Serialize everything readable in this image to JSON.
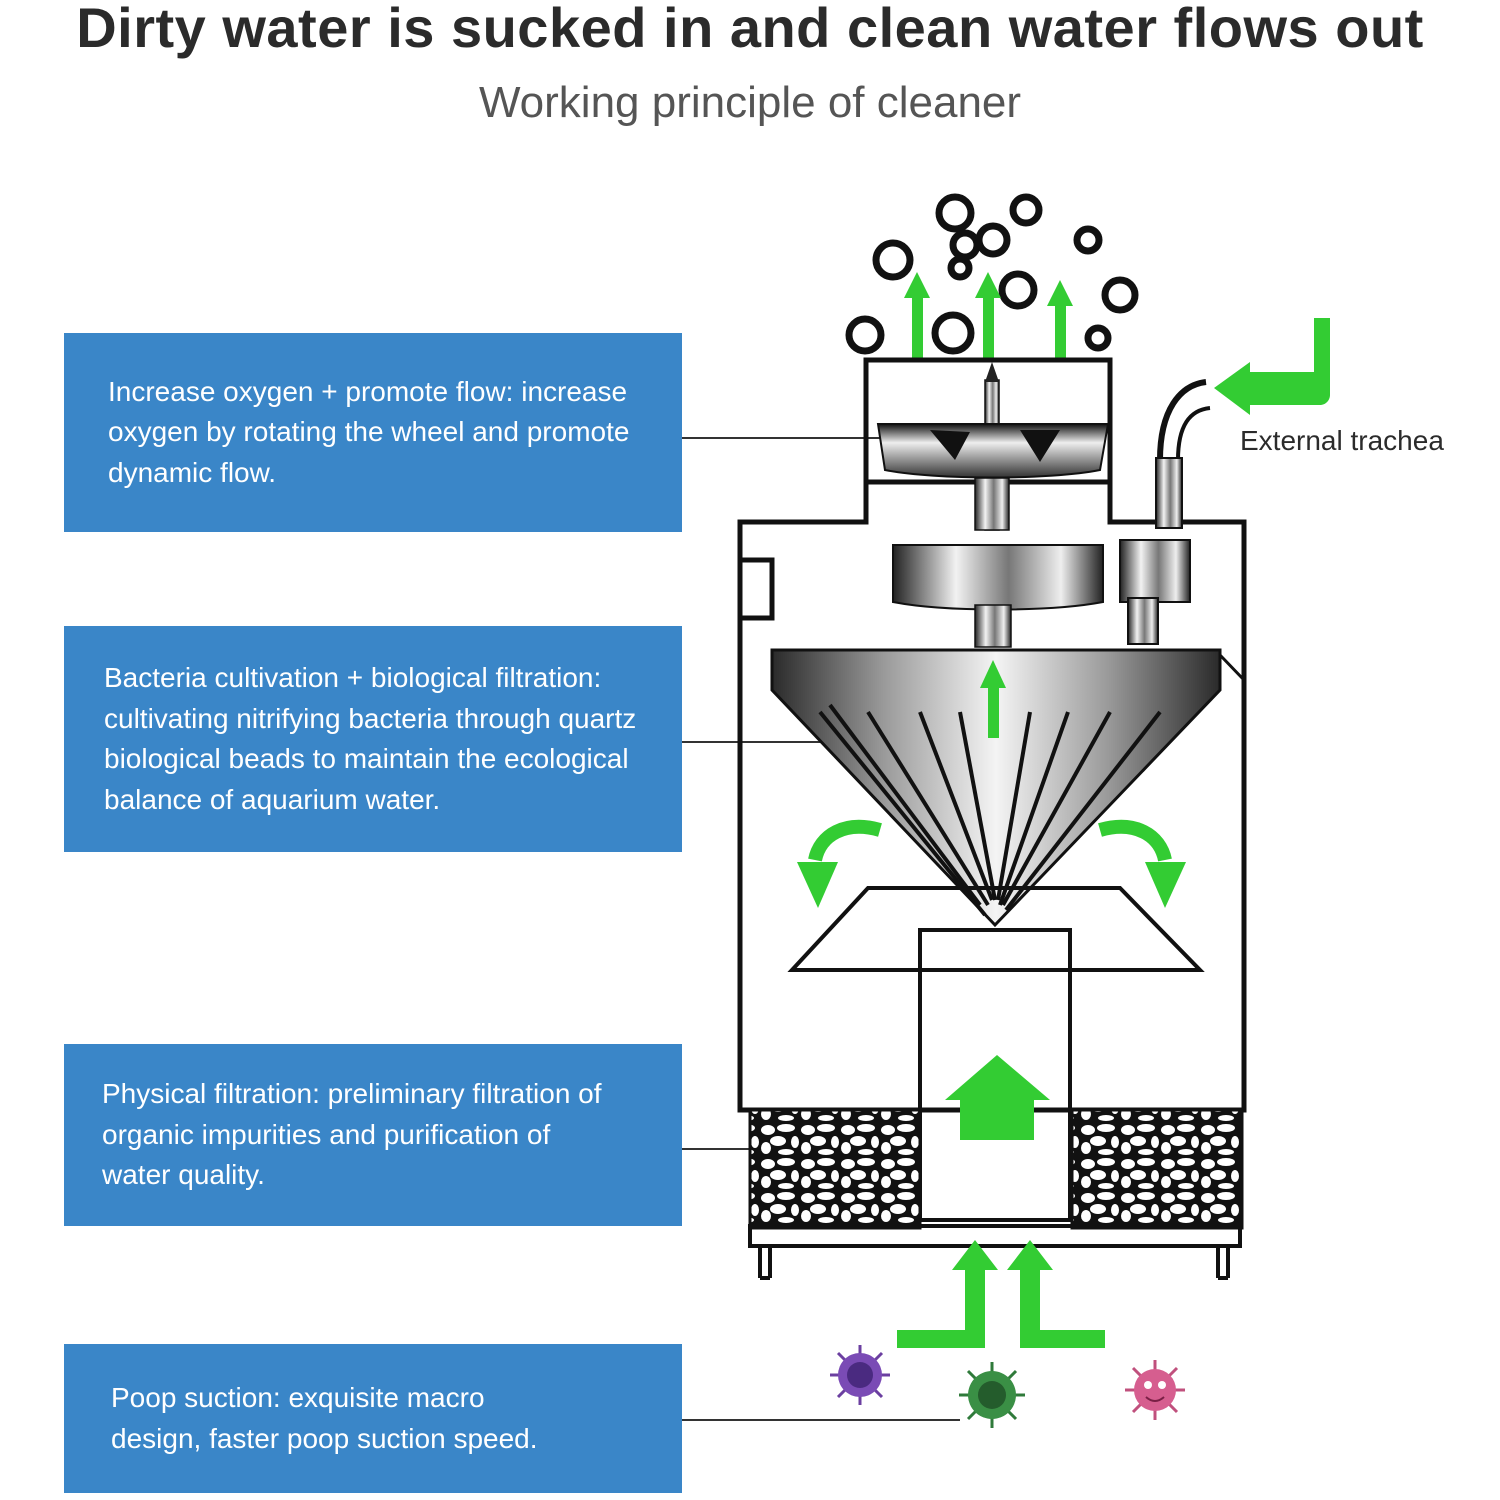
{
  "title": "Dirty water is sucked in and clean water flows out",
  "subtitle": "Working principle of cleaner",
  "colors": {
    "panel_blue": "#3a86c8",
    "arrow_green": "#2ecc2e",
    "outline": "#1a1a1a"
  },
  "panels": [
    {
      "text": "Increase oxygen + promote flow: increase oxygen by rotating the wheel and promote dynamic flow."
    },
    {
      "text": "Bacteria cultivation + biological filtration: cultivating nitrifying bacteria through quartz biological beads to maintain the ecological balance of aquarium water."
    },
    {
      "text": "Physical filtration: preliminary filtration of organic impurities and purification of water quality."
    },
    {
      "text": "Poop suction: exquisite macro design, faster poop suction speed."
    }
  ],
  "labels": {
    "external_trachea": "External trachea"
  },
  "icons": [
    "bubbles-icon",
    "impeller-icon",
    "cone-filter-icon",
    "stone-media-icon",
    "bacteria-icon",
    "green-arrow-icon"
  ]
}
